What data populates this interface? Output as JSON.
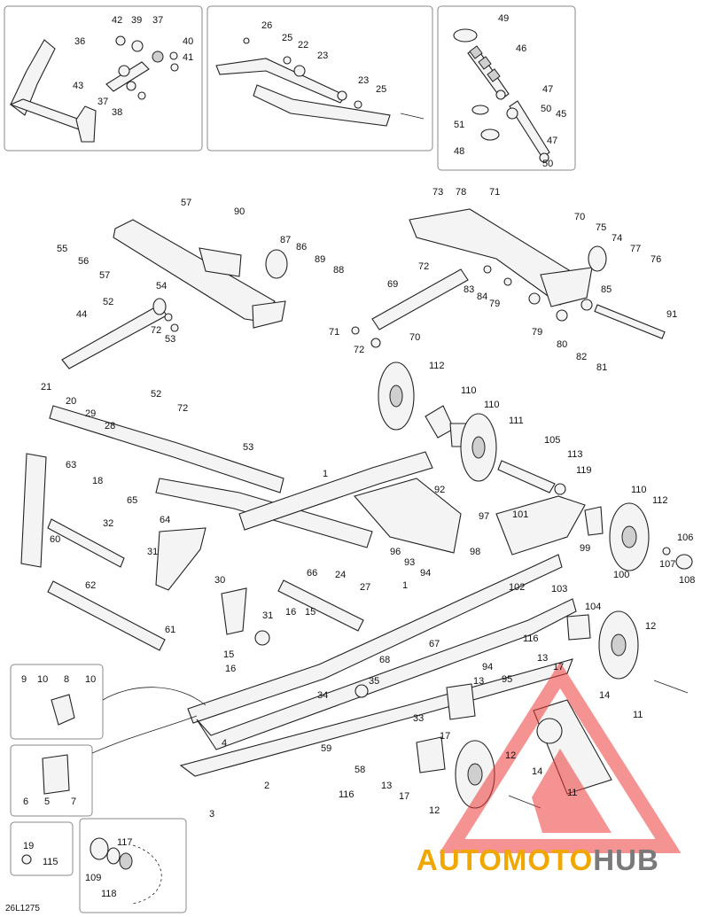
{
  "diagram_code": "26L1275",
  "watermark": {
    "part1": "AUTOMOTO",
    "part2": "HUB"
  },
  "labels": [
    {
      "id": "l42",
      "text": "42"
    },
    {
      "id": "l39",
      "text": "39"
    },
    {
      "id": "l37a",
      "text": "37"
    },
    {
      "id": "l36",
      "text": "36"
    },
    {
      "id": "l40",
      "text": "40"
    },
    {
      "id": "l41",
      "text": "41"
    },
    {
      "id": "l43",
      "text": "43"
    },
    {
      "id": "l37b",
      "text": "37"
    },
    {
      "id": "l38",
      "text": "38"
    },
    {
      "id": "l26",
      "text": "26"
    },
    {
      "id": "l25a",
      "text": "25"
    },
    {
      "id": "l22",
      "text": "22"
    },
    {
      "id": "l23a",
      "text": "23"
    },
    {
      "id": "l23b",
      "text": "23"
    },
    {
      "id": "l25b",
      "text": "25"
    },
    {
      "id": "l49",
      "text": "49"
    },
    {
      "id": "l46",
      "text": "46"
    },
    {
      "id": "l47a",
      "text": "47"
    },
    {
      "id": "l50a",
      "text": "50"
    },
    {
      "id": "l51",
      "text": "51"
    },
    {
      "id": "l45",
      "text": "45"
    },
    {
      "id": "l48",
      "text": "48"
    },
    {
      "id": "l47b",
      "text": "47"
    },
    {
      "id": "l50b",
      "text": "50"
    },
    {
      "id": "l57a",
      "text": "57"
    },
    {
      "id": "l90",
      "text": "90"
    },
    {
      "id": "l55",
      "text": "55"
    },
    {
      "id": "l56",
      "text": "56"
    },
    {
      "id": "l87",
      "text": "87"
    },
    {
      "id": "l86",
      "text": "86"
    },
    {
      "id": "l57b",
      "text": "57"
    },
    {
      "id": "l89",
      "text": "89"
    },
    {
      "id": "l88",
      "text": "88"
    },
    {
      "id": "l54",
      "text": "54"
    },
    {
      "id": "l52a",
      "text": "52"
    },
    {
      "id": "l44",
      "text": "44"
    },
    {
      "id": "l72a",
      "text": "72"
    },
    {
      "id": "l53a",
      "text": "53"
    },
    {
      "id": "l73",
      "text": "73"
    },
    {
      "id": "l78",
      "text": "78"
    },
    {
      "id": "l71a",
      "text": "71"
    },
    {
      "id": "l70a",
      "text": "70"
    },
    {
      "id": "l75",
      "text": "75"
    },
    {
      "id": "l74",
      "text": "74"
    },
    {
      "id": "l77",
      "text": "77"
    },
    {
      "id": "l76",
      "text": "76"
    },
    {
      "id": "l72b",
      "text": "72"
    },
    {
      "id": "l69",
      "text": "69"
    },
    {
      "id": "l83",
      "text": "83"
    },
    {
      "id": "l84",
      "text": "84"
    },
    {
      "id": "l79a",
      "text": "79"
    },
    {
      "id": "l85",
      "text": "85"
    },
    {
      "id": "l91",
      "text": "91"
    },
    {
      "id": "l71b",
      "text": "71"
    },
    {
      "id": "l72c",
      "text": "72"
    },
    {
      "id": "l70b",
      "text": "70"
    },
    {
      "id": "l79b",
      "text": "79"
    },
    {
      "id": "l80",
      "text": "80"
    },
    {
      "id": "l82",
      "text": "82"
    },
    {
      "id": "l81",
      "text": "81"
    },
    {
      "id": "l21",
      "text": "21"
    },
    {
      "id": "l20",
      "text": "20"
    },
    {
      "id": "l29",
      "text": "29"
    },
    {
      "id": "l28",
      "text": "28"
    },
    {
      "id": "l52b",
      "text": "52"
    },
    {
      "id": "l72d",
      "text": "72"
    },
    {
      "id": "l53b",
      "text": "53"
    },
    {
      "id": "l63",
      "text": "63"
    },
    {
      "id": "l18",
      "text": "18"
    },
    {
      "id": "l65",
      "text": "65"
    },
    {
      "id": "l64",
      "text": "64"
    },
    {
      "id": "l32",
      "text": "32"
    },
    {
      "id": "l60",
      "text": "60"
    },
    {
      "id": "l31",
      "text": "31"
    },
    {
      "id": "l112a",
      "text": "112"
    },
    {
      "id": "l110a",
      "text": "110"
    },
    {
      "id": "l110b",
      "text": "110"
    },
    {
      "id": "l111",
      "text": "111"
    },
    {
      "id": "l105",
      "text": "105"
    },
    {
      "id": "l113",
      "text": "113"
    },
    {
      "id": "l119",
      "text": "119"
    },
    {
      "id": "l1a",
      "text": "1"
    },
    {
      "id": "l92",
      "text": "92"
    },
    {
      "id": "l97",
      "text": "97"
    },
    {
      "id": "l101",
      "text": "101"
    },
    {
      "id": "l96",
      "text": "96"
    },
    {
      "id": "l93",
      "text": "93"
    },
    {
      "id": "l98",
      "text": "98"
    },
    {
      "id": "l94a",
      "text": "94"
    },
    {
      "id": "l99",
      "text": "99"
    },
    {
      "id": "l110c",
      "text": "110"
    },
    {
      "id": "l112b",
      "text": "112"
    },
    {
      "id": "l106",
      "text": "106"
    },
    {
      "id": "l107",
      "text": "107"
    },
    {
      "id": "l108",
      "text": "108"
    },
    {
      "id": "l100",
      "text": "100"
    },
    {
      "id": "l102",
      "text": "102"
    },
    {
      "id": "l103",
      "text": "103"
    },
    {
      "id": "l104",
      "text": "104"
    },
    {
      "id": "l62",
      "text": "62"
    },
    {
      "id": "l66",
      "text": "66"
    },
    {
      "id": "l30",
      "text": "30"
    },
    {
      "id": "l24",
      "text": "24"
    },
    {
      "id": "l27",
      "text": "27"
    },
    {
      "id": "l1b",
      "text": "1"
    },
    {
      "id": "l61",
      "text": "61"
    },
    {
      "id": "l31b",
      "text": "31"
    },
    {
      "id": "l16a",
      "text": "16"
    },
    {
      "id": "l15a",
      "text": "15"
    },
    {
      "id": "l15b",
      "text": "15"
    },
    {
      "id": "l16b",
      "text": "16"
    },
    {
      "id": "l67",
      "text": "67"
    },
    {
      "id": "l68",
      "text": "68"
    },
    {
      "id": "l116a",
      "text": "116"
    },
    {
      "id": "l12a",
      "text": "12"
    },
    {
      "id": "l13a",
      "text": "13"
    },
    {
      "id": "l17a",
      "text": "17"
    },
    {
      "id": "l94b",
      "text": "94"
    },
    {
      "id": "l95",
      "text": "95"
    },
    {
      "id": "l13b",
      "text": "13"
    },
    {
      "id": "l35",
      "text": "35"
    },
    {
      "id": "l34",
      "text": "34"
    },
    {
      "id": "l33",
      "text": "33"
    },
    {
      "id": "l14a",
      "text": "14"
    },
    {
      "id": "l11a",
      "text": "11"
    },
    {
      "id": "l17b",
      "text": "17"
    },
    {
      "id": "l9",
      "text": "9"
    },
    {
      "id": "l10a",
      "text": "10"
    },
    {
      "id": "l8",
      "text": "8"
    },
    {
      "id": "l10b",
      "text": "10"
    },
    {
      "id": "l4",
      "text": "4"
    },
    {
      "id": "l59",
      "text": "59"
    },
    {
      "id": "l58",
      "text": "58"
    },
    {
      "id": "l116b",
      "text": "116"
    },
    {
      "id": "l12b",
      "text": "12"
    },
    {
      "id": "l14b",
      "text": "14"
    },
    {
      "id": "l13c",
      "text": "13"
    },
    {
      "id": "l17c",
      "text": "17"
    },
    {
      "id": "l11b",
      "text": "11"
    },
    {
      "id": "l12c",
      "text": "12"
    },
    {
      "id": "l6",
      "text": "6"
    },
    {
      "id": "l5",
      "text": "5"
    },
    {
      "id": "l7",
      "text": "7"
    },
    {
      "id": "l2",
      "text": "2"
    },
    {
      "id": "l3",
      "text": "3"
    },
    {
      "id": "l19",
      "text": "19"
    },
    {
      "id": "l115",
      "text": "115"
    },
    {
      "id": "l117",
      "text": "117"
    },
    {
      "id": "l109",
      "text": "109"
    },
    {
      "id": "l118",
      "text": "118"
    }
  ]
}
